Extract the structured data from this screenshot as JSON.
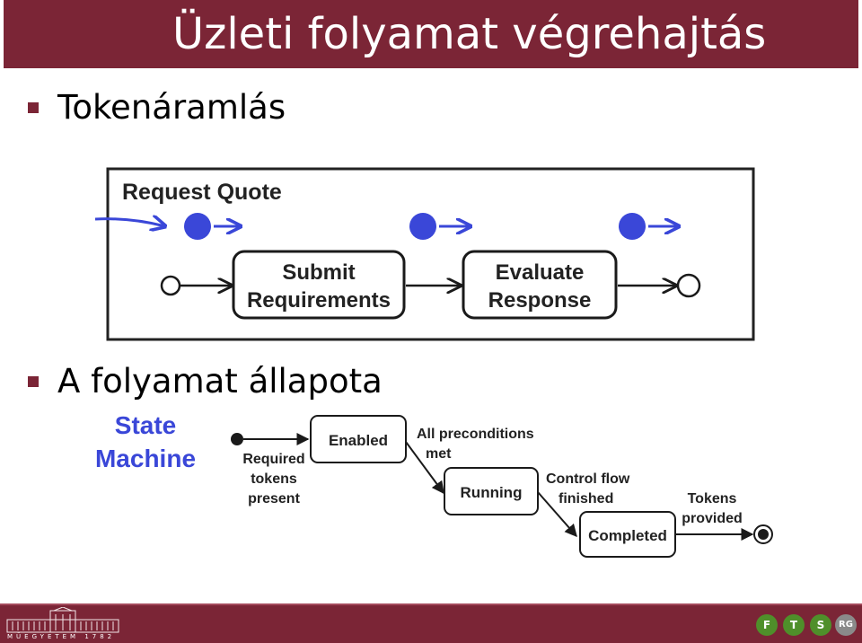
{
  "slide": {
    "title": "Üzleti folyamat végrehajtás",
    "bullets": [
      "Tokenáramlás",
      "A folyamat állapota"
    ]
  },
  "token_diagram": {
    "heading": "Request Quote",
    "nodes": [
      "Submit\nRequirements",
      "Evaluate\nResponse"
    ],
    "colors": {
      "token": "#3a47d8",
      "border": "#1a1a1a"
    }
  },
  "state_machine": {
    "label": "State\nMachine",
    "states": [
      "Enabled",
      "Running",
      "Completed"
    ],
    "transitions": [
      "Required\ntokens\npresent",
      "All preconditions\nmet",
      "Control flow\nfinished",
      "Tokens\nprovided"
    ],
    "colors": {
      "label": "#3a47d8"
    }
  },
  "footer": {
    "university_text": "MŰEGYETEM 1782",
    "badges": [
      "F",
      "T",
      "S",
      "RG"
    ],
    "colors": {
      "bar": "#7b2536",
      "badge": "#5a9b2e"
    }
  }
}
